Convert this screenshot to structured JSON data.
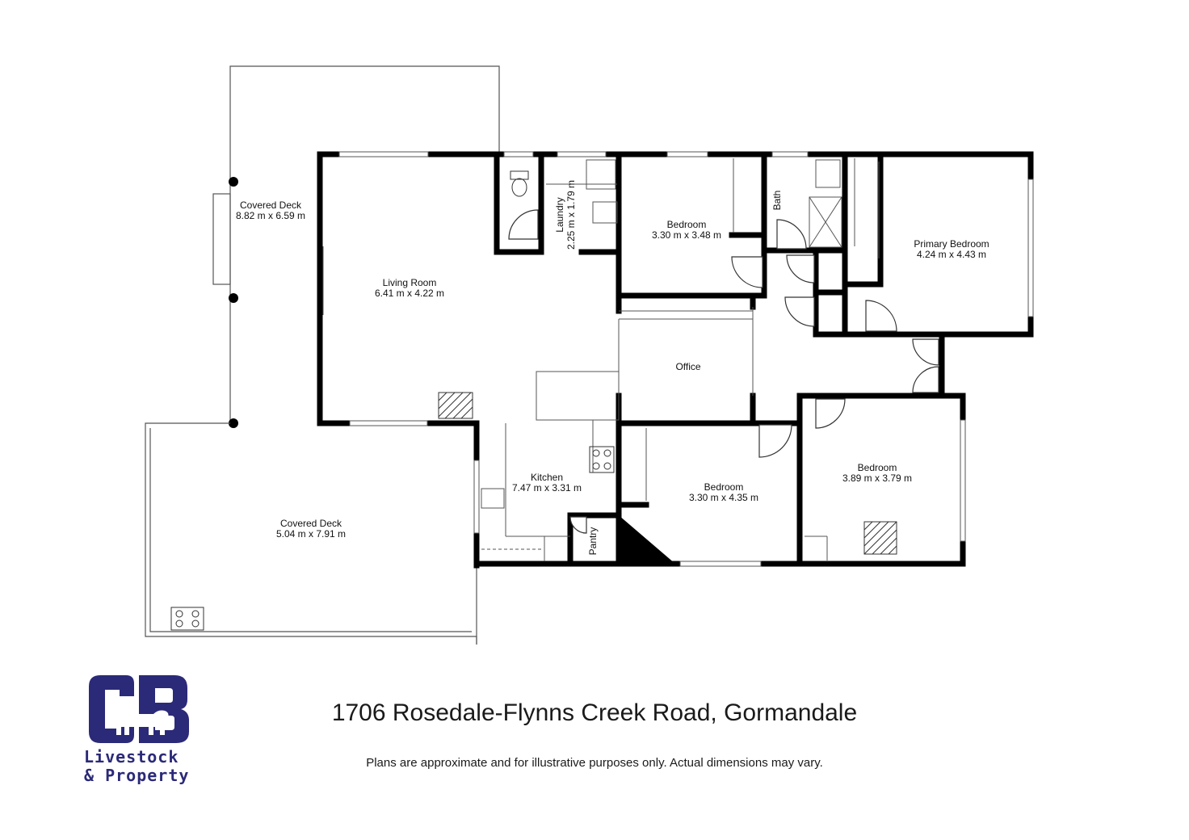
{
  "floorplan": {
    "rooms": [
      {
        "id": "covered-deck-top",
        "name": "Covered Deck",
        "dims": "8.82 m x 6.59 m"
      },
      {
        "id": "living-room",
        "name": "Living Room",
        "dims": "6.41 m x 4.22 m"
      },
      {
        "id": "laundry",
        "name": "Laundry",
        "dims": "2.25 m x 1.79 m"
      },
      {
        "id": "bedroom-1",
        "name": "Bedroom",
        "dims": "3.30 m x 3.48 m"
      },
      {
        "id": "bath",
        "name": "Bath",
        "dims": ""
      },
      {
        "id": "primary-bedroom",
        "name": "Primary Bedroom",
        "dims": "4.24 m x 4.43 m"
      },
      {
        "id": "office",
        "name": "Office",
        "dims": ""
      },
      {
        "id": "kitchen",
        "name": "Kitchen",
        "dims": "7.47 m x 3.31 m"
      },
      {
        "id": "pantry",
        "name": "Pantry",
        "dims": ""
      },
      {
        "id": "bedroom-2",
        "name": "Bedroom",
        "dims": "3.30 m x 4.35 m"
      },
      {
        "id": "bedroom-3",
        "name": "Bedroom",
        "dims": "3.89 m x 3.79 m"
      },
      {
        "id": "covered-deck-bottom",
        "name": "Covered Deck",
        "dims": "5.04 m x 7.91 m"
      }
    ]
  },
  "footer": {
    "address": "1706 Rosedale-Flynns Creek Road, Gormandale",
    "disclaimer": "Plans are approximate and for illustrative purposes only. Actual dimensions may vary."
  },
  "logo": {
    "letters": "CB",
    "line1": "Livestock",
    "line2": "& Property",
    "color": "#2b2a78"
  },
  "colors": {
    "wall": "#000000",
    "thin": "#555555"
  }
}
